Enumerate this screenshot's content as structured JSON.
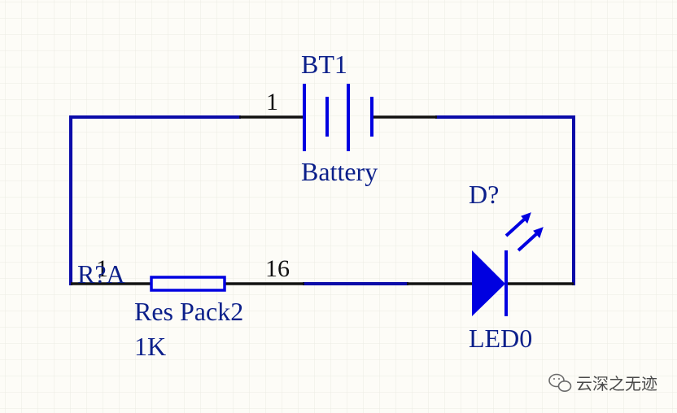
{
  "schematic": {
    "battery": {
      "designator": "BT1",
      "comment": "Battery",
      "pin_label": "1"
    },
    "resistor": {
      "designator": "R?A",
      "comment": "Res Pack2",
      "value": "1K",
      "pin_left": "1",
      "pin_right": "16"
    },
    "led": {
      "designator": "D?",
      "comment": "LED0"
    }
  },
  "watermark": {
    "icon": "wechat-icon",
    "text": "云深之无迹"
  },
  "colors": {
    "wire": "#0b0ba8",
    "component": "#0000e0",
    "pin_line": "#111111",
    "label": "#0b1f8a",
    "grid": "#ecebe3",
    "background": "#fdfcf7"
  }
}
